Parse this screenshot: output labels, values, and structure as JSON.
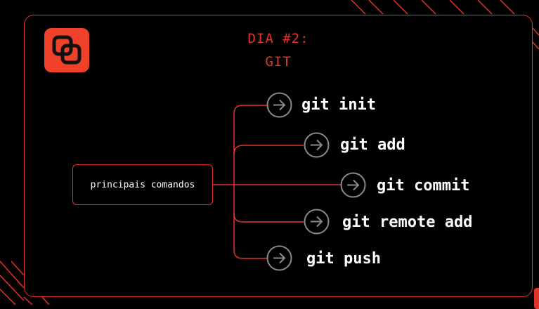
{
  "colors": {
    "accent": "#e2332a",
    "logo_bg": "#f0412a",
    "circle": "#8a8a8a",
    "text": "#ffffff",
    "background": "#000000"
  },
  "header": {
    "logo_icon": "overlapping-squares-icon",
    "title_line1": "DIA #2:",
    "title_line2": "GIT"
  },
  "diagram": {
    "root_label": "principais comandos",
    "branches": [
      {
        "label": "git init",
        "icon": "arrow-right-circle-icon"
      },
      {
        "label": "git add",
        "icon": "arrow-right-circle-icon"
      },
      {
        "label": "git commit",
        "icon": "arrow-right-circle-icon"
      },
      {
        "label": "git remote add",
        "icon": "arrow-right-circle-icon"
      },
      {
        "label": "git push",
        "icon": "arrow-right-circle-icon"
      }
    ]
  }
}
